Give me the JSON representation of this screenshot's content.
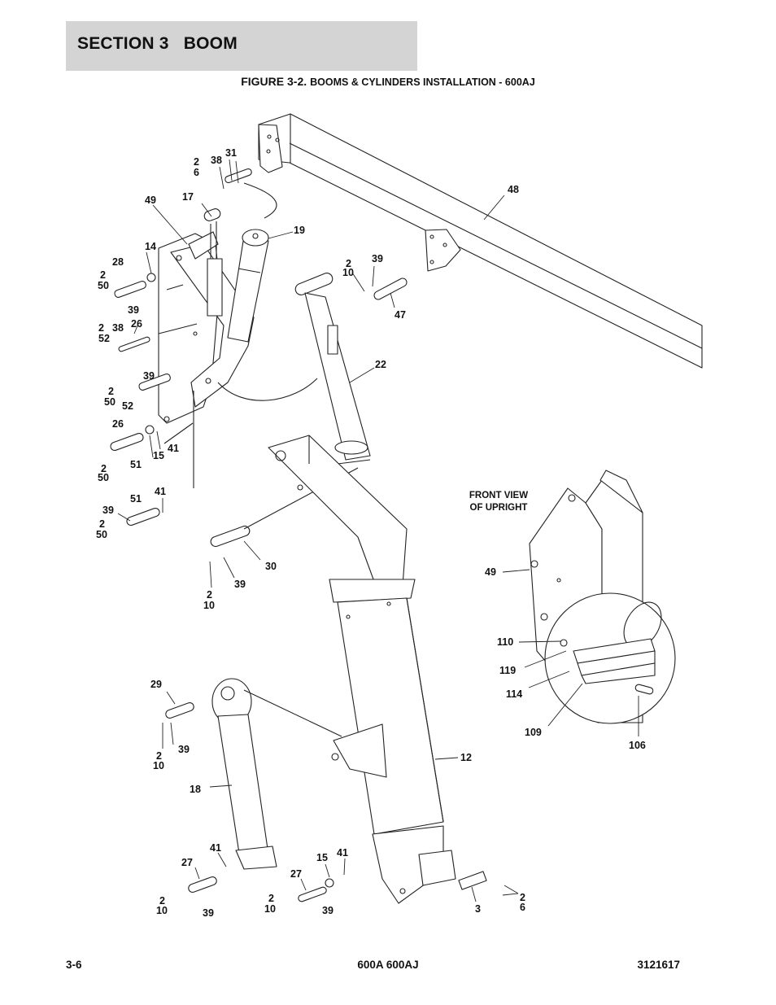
{
  "section": {
    "title": "SECTION 3   BOOM"
  },
  "figure": {
    "number": "FIGURE 3-2.",
    "title": "BOOMS & CYLINDERS INSTALLATION - 600AJ"
  },
  "inset": {
    "title_line1": "FRONT VIEW",
    "title_line2": "OF UPRIGHT"
  },
  "callouts": [
    "2",
    "6",
    "38",
    "31",
    "17",
    "49",
    "19",
    "14",
    "28",
    "2",
    "50",
    "39",
    "2",
    "10",
    "39",
    "48",
    "47",
    "2",
    "52",
    "38",
    "26",
    "22",
    "39",
    "2",
    "50",
    "52",
    "26",
    "41",
    "15",
    "2",
    "50",
    "51",
    "41",
    "51",
    "39",
    "2",
    "50",
    "30",
    "39",
    "2",
    "10",
    "49",
    "110",
    "119",
    "114",
    "109",
    "106",
    "29",
    "2",
    "10",
    "39",
    "12",
    "18",
    "41",
    "27",
    "15",
    "41",
    "27",
    "2",
    "10",
    "39",
    "2",
    "10",
    "39",
    "3",
    "2",
    "6"
  ],
  "footer": {
    "page": "3-6",
    "model": "600A 600AJ",
    "doc_number": "3121617"
  }
}
